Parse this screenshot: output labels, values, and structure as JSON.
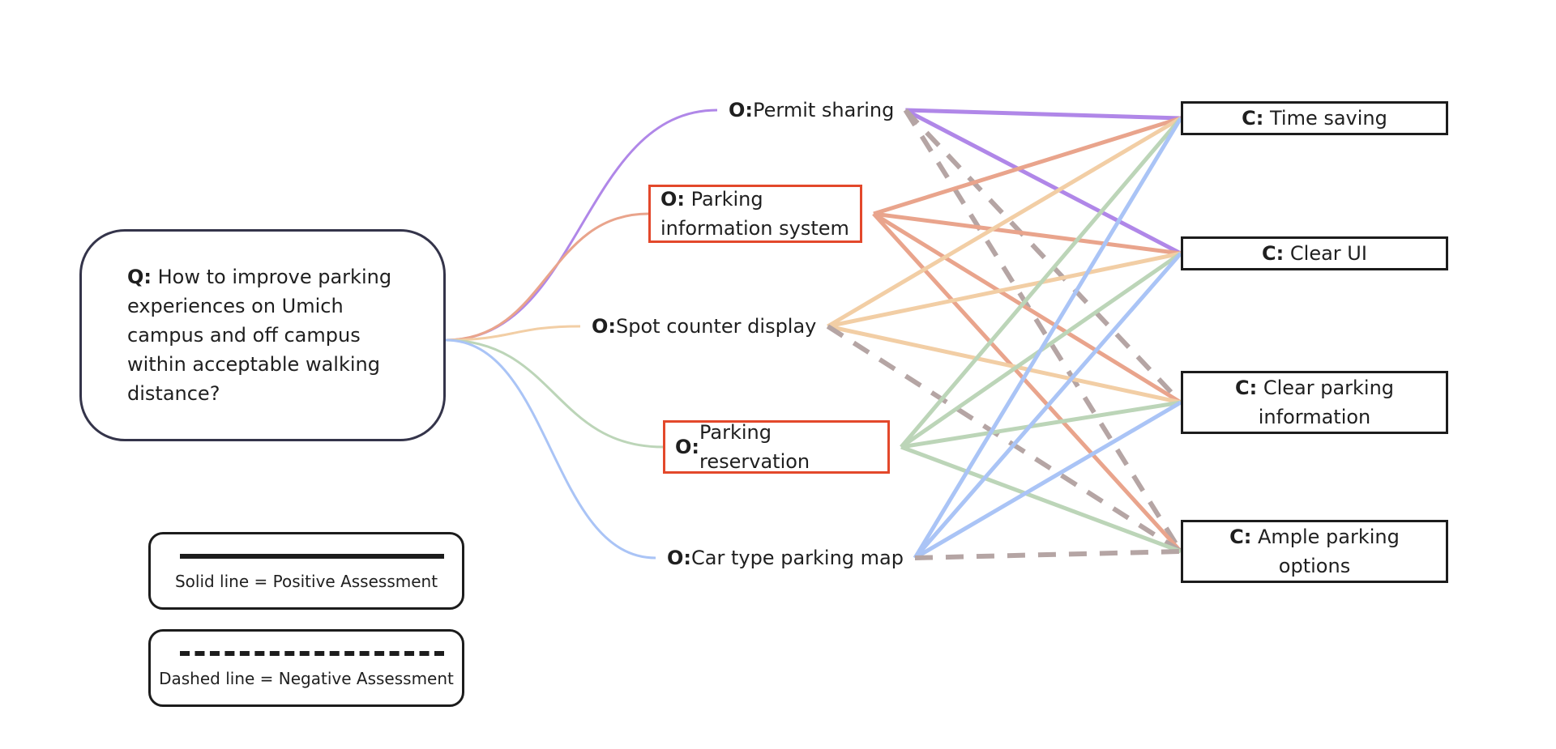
{
  "question": {
    "prefix": "Q:",
    "text": " How to improve parking experiences on Umich campus and off campus within acceptable walking distance?"
  },
  "options": [
    {
      "id": "o1",
      "prefix": "O:",
      "text": " Permit sharing",
      "boxed": false,
      "color": "#b087e8"
    },
    {
      "id": "o2",
      "prefix": "O:",
      "text": " Parking information system",
      "boxed": true,
      "color": "#e9a48c"
    },
    {
      "id": "o3",
      "prefix": "O:",
      "text": " Spot counter display",
      "boxed": false,
      "color": "#f2cea5"
    },
    {
      "id": "o4",
      "prefix": "O:",
      "text": " Parking reservation",
      "boxed": true,
      "color": "#bcd5b8"
    },
    {
      "id": "o5",
      "prefix": "O:",
      "text": " Car type parking map",
      "boxed": false,
      "color": "#aac4f6"
    }
  ],
  "criteria": [
    {
      "id": "c1",
      "prefix": "C:",
      "text": " Time saving"
    },
    {
      "id": "c2",
      "prefix": "C:",
      "text": " Clear UI"
    },
    {
      "id": "c3",
      "prefix": "C:",
      "text": " Clear parking information"
    },
    {
      "id": "c4",
      "prefix": "C:",
      "text": " Ample parking options"
    }
  ],
  "assessments": [
    {
      "option": "o1",
      "criterion": "c1",
      "type": "positive"
    },
    {
      "option": "o1",
      "criterion": "c2",
      "type": "positive"
    },
    {
      "option": "o1",
      "criterion": "c3",
      "type": "negative"
    },
    {
      "option": "o1",
      "criterion": "c4",
      "type": "negative"
    },
    {
      "option": "o2",
      "criterion": "c1",
      "type": "positive"
    },
    {
      "option": "o2",
      "criterion": "c2",
      "type": "positive"
    },
    {
      "option": "o2",
      "criterion": "c3",
      "type": "positive"
    },
    {
      "option": "o2",
      "criterion": "c4",
      "type": "positive"
    },
    {
      "option": "o3",
      "criterion": "c1",
      "type": "positive"
    },
    {
      "option": "o3",
      "criterion": "c2",
      "type": "positive"
    },
    {
      "option": "o3",
      "criterion": "c3",
      "type": "positive"
    },
    {
      "option": "o3",
      "criterion": "c4",
      "type": "negative"
    },
    {
      "option": "o4",
      "criterion": "c1",
      "type": "positive"
    },
    {
      "option": "o4",
      "criterion": "c2",
      "type": "positive"
    },
    {
      "option": "o4",
      "criterion": "c3",
      "type": "positive"
    },
    {
      "option": "o4",
      "criterion": "c4",
      "type": "positive"
    },
    {
      "option": "o5",
      "criterion": "c1",
      "type": "positive"
    },
    {
      "option": "o5",
      "criterion": "c2",
      "type": "positive"
    },
    {
      "option": "o5",
      "criterion": "c3",
      "type": "positive"
    },
    {
      "option": "o5",
      "criterion": "c4",
      "type": "negative"
    }
  ],
  "legend": {
    "solid": "Solid line = Positive Assessment",
    "dashed": "Dashed line = Negative Assessment"
  },
  "colors": {
    "negative_line": "#b5a5a4",
    "highlight_border": "#e3482b",
    "criterion_border": "#1c1c1c",
    "question_border": "#34344a"
  }
}
